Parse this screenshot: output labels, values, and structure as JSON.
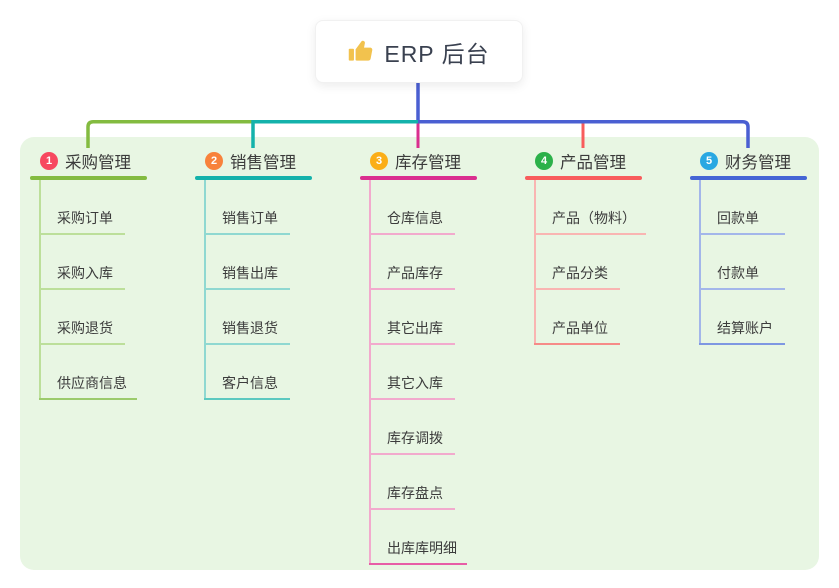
{
  "root": {
    "icon": "thumbs-up-icon",
    "label": "ERP 后台",
    "connector_color": "#4a5fd2",
    "icon_color": "#f2c24e"
  },
  "panel": {
    "background": "#e8f6e3"
  },
  "branches": [
    {
      "badge": "1",
      "badge_color": "#f7485f",
      "title": "采购管理",
      "line_color": "#83bb40",
      "item_line_color": "#bcdf9a",
      "item_line_last_color": "#9ccb6c",
      "items": [
        "采购订单",
        "采购入库",
        "采购退货",
        "供应商信息"
      ]
    },
    {
      "badge": "2",
      "badge_color": "#f8823b",
      "title": "销售管理",
      "line_color": "#14b2ab",
      "item_line_color": "#8fd8d1",
      "item_line_last_color": "#5cc9c0",
      "items": [
        "销售订单",
        "销售出库",
        "销售退货",
        "客户信息"
      ]
    },
    {
      "badge": "3",
      "badge_color": "#fbae17",
      "title": "库存管理",
      "line_color": "#da2f8f",
      "item_line_color": "#f2aacd",
      "item_line_last_color": "#e75da6",
      "items": [
        "仓库信息",
        "产品库存",
        "其它出库",
        "其它入库",
        "库存调拨",
        "库存盘点",
        "出库库明细"
      ]
    },
    {
      "badge": "4",
      "badge_color": "#2cb14a",
      "title": "产品管理",
      "line_color": "#f85c5c",
      "item_line_color": "#f9b5b2",
      "item_line_last_color": "#f68b88",
      "items": [
        "产品（物料）",
        "产品分类",
        "产品单位"
      ]
    },
    {
      "badge": "5",
      "badge_color": "#29a8e2",
      "title": "财务管理",
      "line_color": "#4565d5",
      "item_line_color": "#a3b6ea",
      "item_line_last_color": "#7e97e2",
      "items": [
        "回款单",
        "付款单",
        "结算账户"
      ]
    }
  ]
}
